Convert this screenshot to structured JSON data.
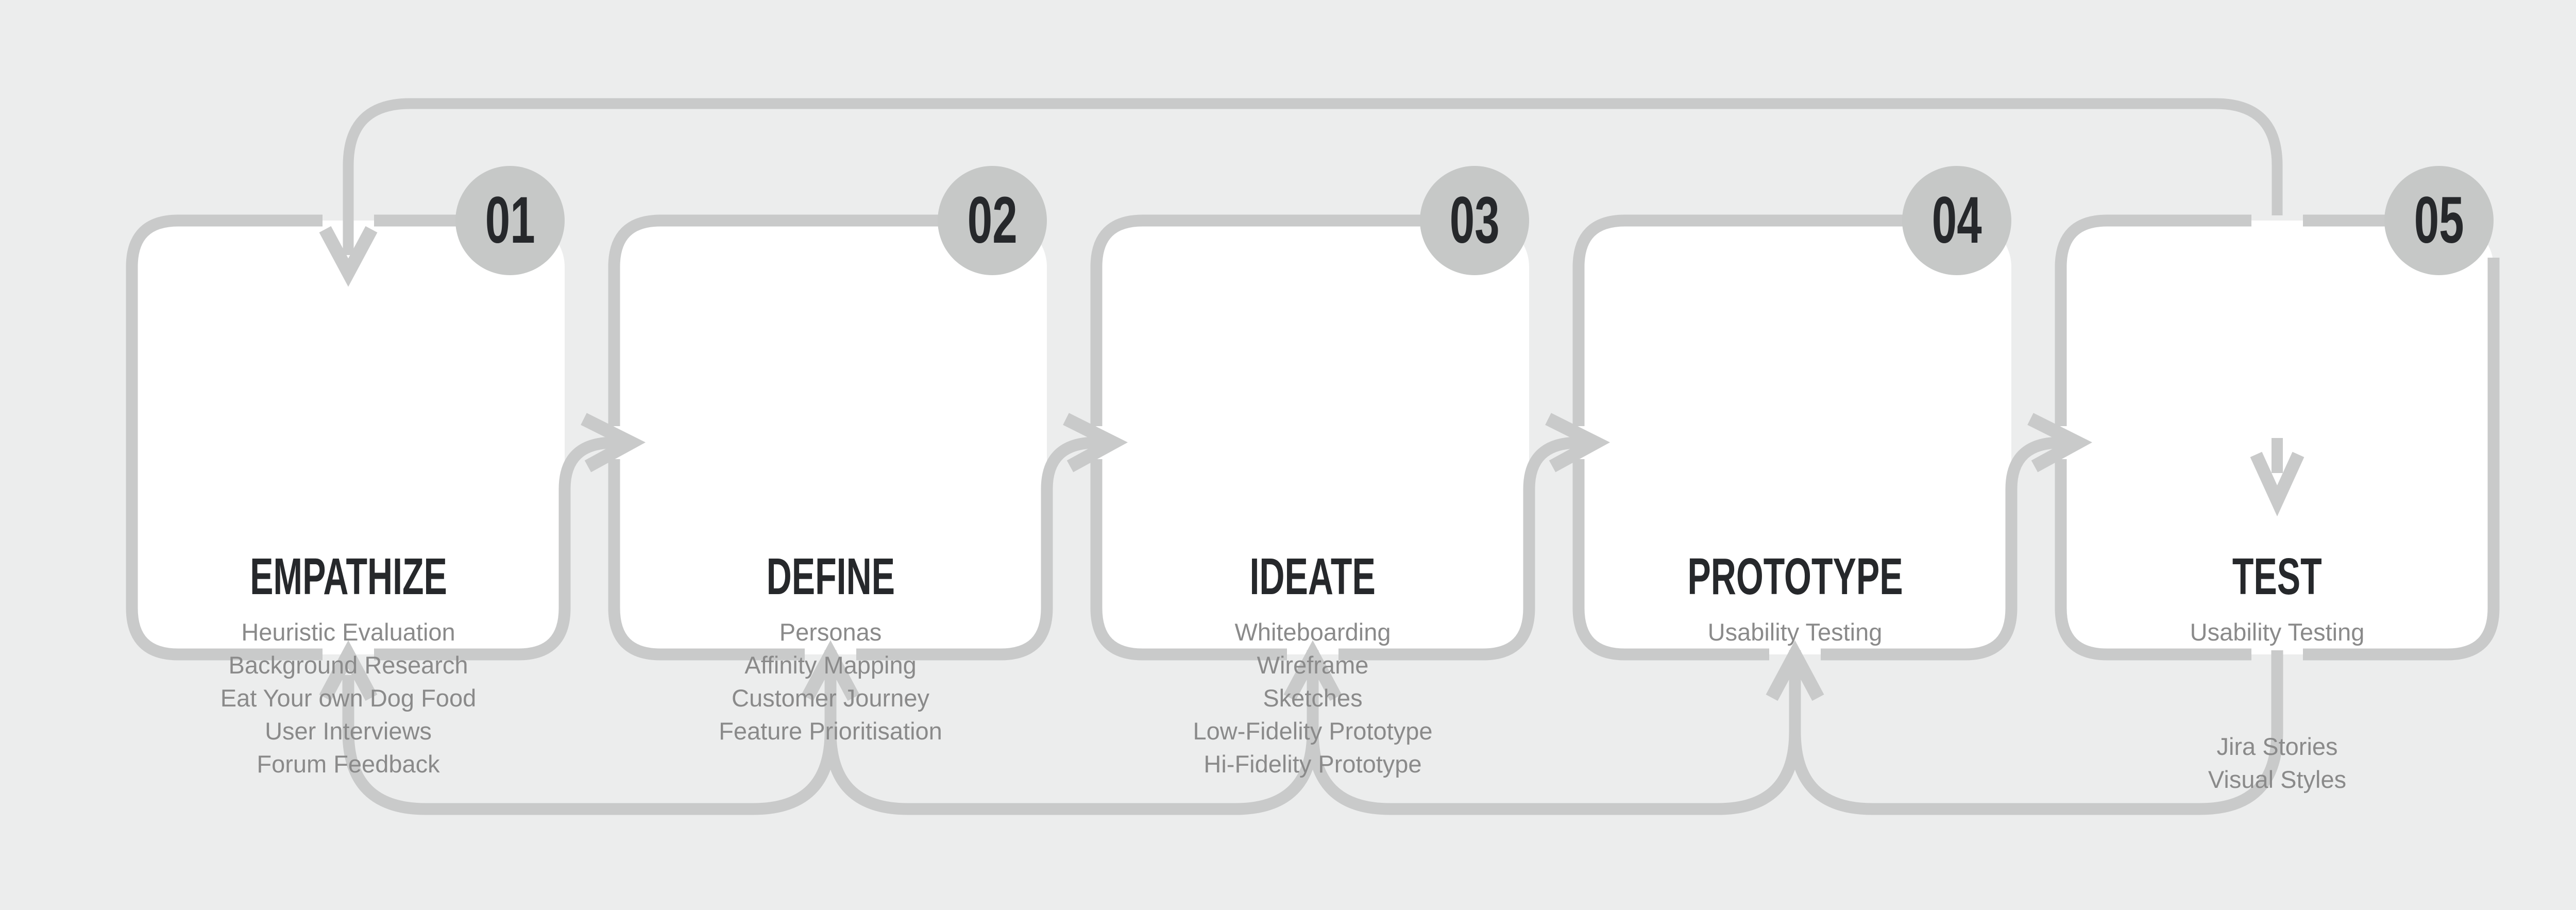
{
  "diagram": {
    "title_semantic": "Design Thinking Process",
    "colors": {
      "background": "#ECEDED",
      "line": "#C9CACA",
      "badge_fill": "#C6C8C7",
      "badge_text": "#26282B",
      "stage_title": "#26282B",
      "stage_items": "#8A8A8A",
      "card_fill": "#FFFFFF"
    },
    "stages": [
      {
        "number": "01",
        "title": "EMPATHIZE",
        "items": [
          "Heuristic Evaluation",
          "Background Research",
          "Eat Your own Dog Food",
          "User Interviews",
          "Forum Feedback"
        ]
      },
      {
        "number": "02",
        "title": "DEFINE",
        "items": [
          "Personas",
          "Affinity Mapping",
          "Customer Journey",
          "Feature Prioritisation"
        ]
      },
      {
        "number": "03",
        "title": "IDEATE",
        "items": [
          "Whiteboarding",
          "Wireframe",
          "Sketches",
          "Low-Fidelity Prototype",
          "Hi-Fidelity Prototype"
        ]
      },
      {
        "number": "04",
        "title": "PROTOTYPE",
        "items": [
          "Usability Testing"
        ]
      },
      {
        "number": "05",
        "title": "TEST",
        "items": [
          "Usability Testing"
        ],
        "items_after_arrow": [
          "Jira Stories",
          "Visual Styles"
        ]
      }
    ]
  }
}
